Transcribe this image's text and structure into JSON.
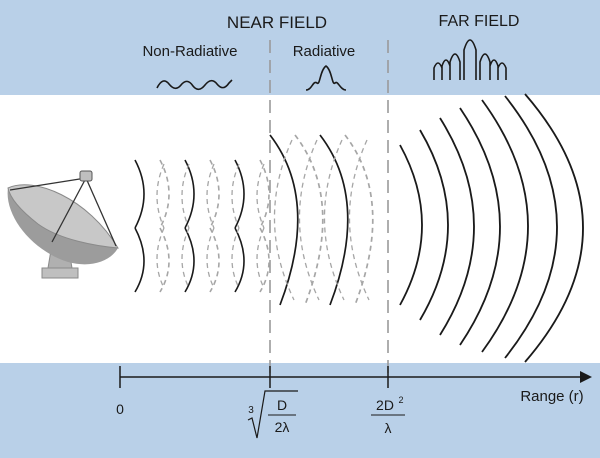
{
  "header": {
    "near_field": "NEAR FIELD",
    "non_radiative": "Non-Radiative",
    "radiative": "Radiative",
    "far_field": "FAR FIELD"
  },
  "axis": {
    "origin_label": "0",
    "range_label": "Range (r)",
    "boundary_1": {
      "root_index": "3",
      "numerator": "D",
      "denominator": "2λ"
    },
    "boundary_2": {
      "numerator": "2D",
      "exponent": "2",
      "denominator": "λ"
    }
  },
  "colors": {
    "band": "#b9d0e8",
    "ink": "#1a1a1a",
    "dashed_wave": "#a6a6a6",
    "divider": "#9a9a9a",
    "dish": "#a9a9a9"
  },
  "icons": [
    "satellite-dish-icon"
  ]
}
